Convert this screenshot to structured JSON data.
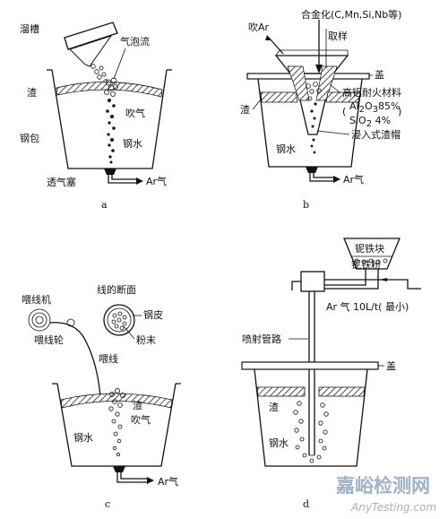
{
  "panels": {
    "a": {
      "caption": "a",
      "labels": {
        "chute": "溜槽",
        "bubble_flow": "气泡流",
        "slag": "渣",
        "blowing": "吹气",
        "ladle": "钢包",
        "steel": "钢水",
        "plug": "透气塞",
        "ar": "Ar气"
      }
    },
    "b": {
      "caption": "b",
      "labels": {
        "blow_ar": "吹Ar",
        "alloying": "合金化(C,Mn,Si,Nb等)",
        "sampling": "取样",
        "lid": "盖",
        "refractory": "高铝耐火材料",
        "al2o3_prefix": "Al",
        "al2o3_sub1": "2",
        "al2o3_mid": "O",
        "al2o3_sub2": "3",
        "al2o3_pct": "85%",
        "sio2_prefix": "SiO",
        "sio2_sub": "2",
        "sio2_pct": "4%",
        "slag": "渣",
        "snorkel": "浸入式渣帽",
        "steel": "钢水",
        "ar": "Ar气"
      }
    },
    "c": {
      "caption": "c",
      "labels": {
        "wire_section": "线的断面",
        "wire_feeder": "喂线机",
        "steel_sheath": "钢皮",
        "feed_wheel": "喂线轮",
        "powder": "粉末",
        "wire": "喂线",
        "slag": "渣",
        "blowing": "吹气",
        "steel": "钢水",
        "ar": "Ar气"
      }
    },
    "d": {
      "caption": "d",
      "labels": {
        "nb_lump": "铌铁块",
        "nb_powder": "铌铁粉",
        "ar_flow": "Ar 气 10L/t( 最小)",
        "lance": "喷射管路",
        "lid": "盖",
        "slag": "渣",
        "steel": "钢水"
      }
    }
  },
  "watermark": {
    "main": "嘉峪检测网",
    "sub": "AnyTesting.com"
  }
}
